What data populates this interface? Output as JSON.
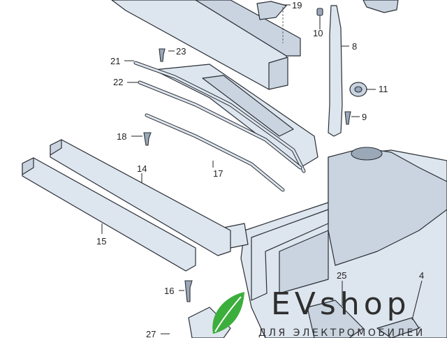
{
  "diagram": {
    "callouts": [
      "19",
      "10",
      "8",
      "23",
      "21",
      "22",
      "11",
      "9",
      "18",
      "17",
      "14",
      "15",
      "16",
      "25",
      "4",
      "27"
    ]
  },
  "watermark": {
    "brand": "EVshop",
    "tagline": "ДЛЯ ЭЛЕКТРОМОБИЛЕЙ",
    "leaf_color": "#3cae3c"
  }
}
